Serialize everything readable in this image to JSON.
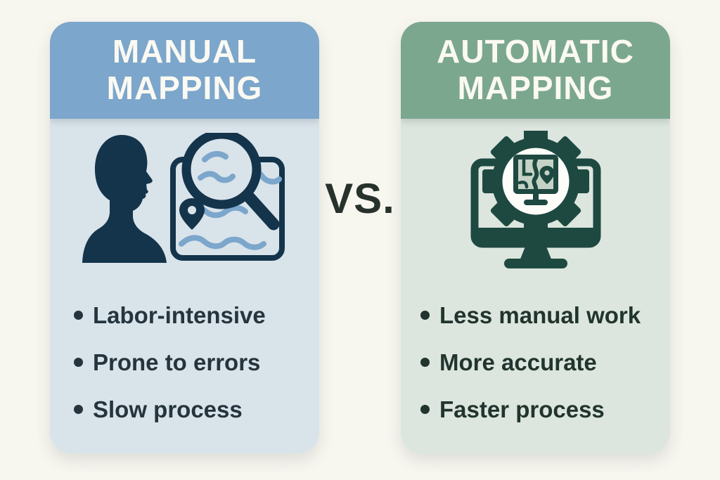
{
  "page": {
    "background_color": "#F7F6EF",
    "vs_label": "VS."
  },
  "left_card": {
    "title_line1": "MANUAL",
    "title_line2": "MAPPING",
    "header_color": "#7CA6CB",
    "body_color": "#D9E3EA",
    "text_color": "#25343D",
    "icon": "person-map-magnifier-icon",
    "icon_primary_color": "#14344B",
    "icon_accent_color": "#7CA6CB",
    "bullets": [
      "Labor-intensive",
      "Prone to errors",
      "Slow process"
    ]
  },
  "right_card": {
    "title_line1": "AUTOMATIC",
    "title_line2": "MAPPING",
    "header_color": "#7CA78F",
    "body_color": "#DCE6DE",
    "text_color": "#21342E",
    "icon": "monitor-gear-map-icon",
    "icon_primary_color": "#1E4940",
    "icon_screen_color": "#C4D3C6",
    "bullets": [
      "Less manual work",
      "More accurate",
      "Faster process"
    ]
  }
}
